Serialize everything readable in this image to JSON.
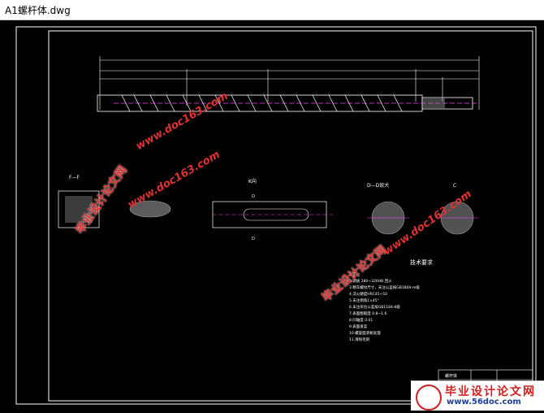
{
  "window": {
    "title": "A1螺杆体.dwg"
  },
  "drawing": {
    "section_ff": "F—F",
    "section_k": "K向",
    "section_dd": "D—D放大",
    "section_c": "C",
    "label_d": "D",
    "tech_title": "技术要求",
    "tech_lines": [
      "1.正火",
      "2.调质 280~320HB 回火",
      "3.精车螺纹尺寸，未注公差按GB1804-m级",
      "4.淬火硬度HRC45~50",
      "5.未注倒角1×45°",
      "6.未注形位公差按GB1184-K级",
      "7.表面粗糙度 0.8~1.6",
      "8.同轴度 0.01",
      "9.表面发蓝",
      "10.螺旋面渗氮处理",
      "11.清除毛刺"
    ],
    "title_block": "螺杆体"
  },
  "watermarks": {
    "cn": "毕业设计论文网",
    "url": "www.doc163.com"
  },
  "logo": {
    "cn": "毕业设计论文网",
    "url": "www.56doc.com"
  }
}
